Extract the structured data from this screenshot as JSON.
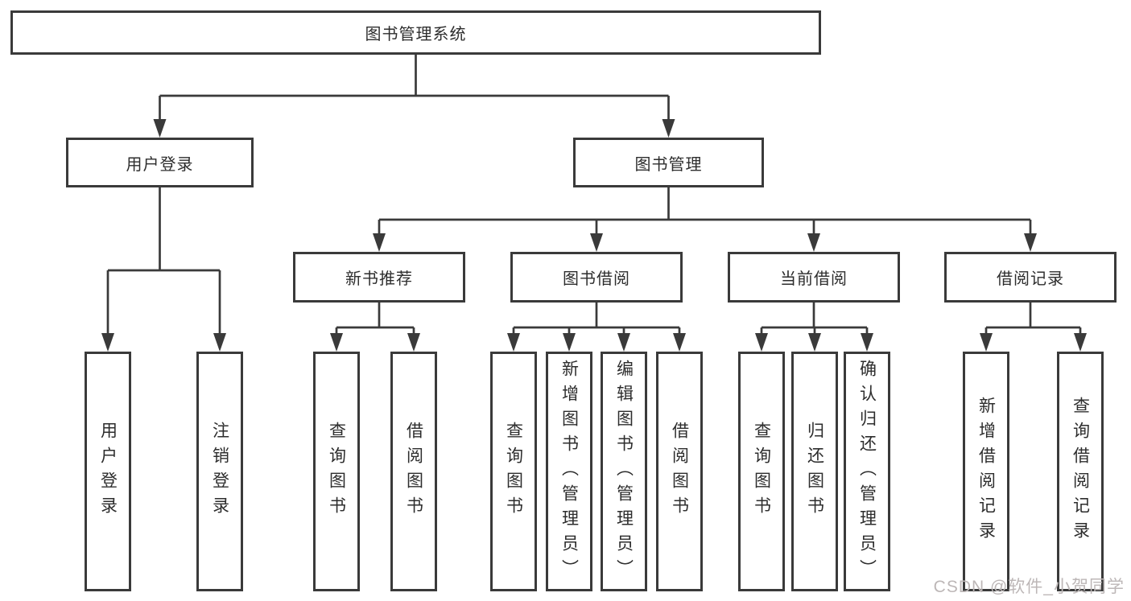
{
  "tree": {
    "root": "图书管理系统",
    "branches": [
      {
        "label": "用户登录",
        "children": [
          {
            "label": "用户登录"
          },
          {
            "label": "注销登录"
          }
        ]
      },
      {
        "label": "图书管理",
        "children": [
          {
            "label": "新书推荐",
            "children": [
              {
                "label": "查询图书"
              },
              {
                "label": "借阅图书"
              }
            ]
          },
          {
            "label": "图书借阅",
            "children": [
              {
                "label": "查询图书"
              },
              {
                "label": "新增图书（管理员）"
              },
              {
                "label": "编辑图书（管理员）"
              },
              {
                "label": "借阅图书"
              }
            ]
          },
          {
            "label": "当前借阅",
            "children": [
              {
                "label": "查询图书"
              },
              {
                "label": "归还图书"
              },
              {
                "label": "确认归还（管理员）"
              }
            ]
          },
          {
            "label": "借阅记录",
            "children": [
              {
                "label": "新增借阅记录"
              },
              {
                "label": "查询借阅记录"
              }
            ]
          }
        ]
      }
    ]
  },
  "watermark": {
    "text": "CSDN @软件_小贺同学"
  },
  "colors": {
    "line": "#3a3a3a",
    "box_border": "#3a3a3a",
    "text": "#2d2d2d",
    "watermark": "#bdb7b7",
    "background": "#ffffff"
  }
}
